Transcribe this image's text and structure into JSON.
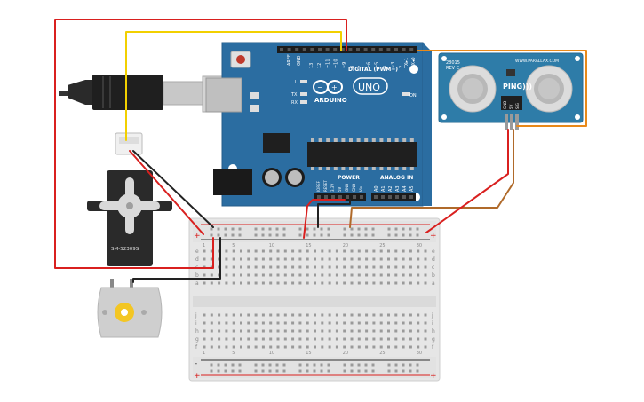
{
  "arduino": {
    "brand": "ARDUINO",
    "model": "UNO",
    "digital_header": "DIGITAL (PWM~)",
    "power_label": "POWER",
    "analog_label": "ANALOG IN",
    "aref": "AREF",
    "gnd": "GND",
    "on_label": "ON",
    "l_label": "L",
    "tx_label": "TX",
    "rx_label": "RX",
    "tx1": "TX▸1",
    "rx0": "RX◂0",
    "digital_pins": [
      "13",
      "12",
      "~11",
      "~10",
      "~9",
      "8",
      "7",
      "~6",
      "~5",
      "4",
      "~3",
      "2"
    ],
    "power_pins": [
      "IOREF",
      "RESET",
      "3.3V",
      "5V",
      "GND",
      "GND",
      "Vin"
    ],
    "analog_pins": [
      "A0",
      "A1",
      "A2",
      "A3",
      "A4",
      "A5"
    ],
    "colors": {
      "board": "#2b6da1",
      "header": "#1c1c1c",
      "silk": "#ffffff"
    }
  },
  "sensor": {
    "title": "PING)))",
    "website": "WWW.PARALLAX.COM",
    "model": "28015",
    "rev": "REV C",
    "pins": [
      "GND",
      "5V",
      "SIG"
    ],
    "colors": {
      "board": "#2e7ca8"
    }
  },
  "servo": {
    "model": "SM-S2309S",
    "colors": {
      "body": "#2a2a2a",
      "horn": "#d8d8d8"
    }
  },
  "breadboard": {
    "column_numbers": [
      "1",
      "5",
      "10",
      "15",
      "20",
      "25",
      "30"
    ],
    "row_letters_top": [
      "a",
      "b",
      "c",
      "d",
      "e"
    ],
    "row_letters_bottom": [
      "f",
      "g",
      "h",
      "i",
      "j"
    ],
    "rail_plus": "+",
    "rail_minus": "-"
  },
  "wire_colors": {
    "red": "#d9201f",
    "yellow": "#f2d000",
    "black": "#222222",
    "orange": "#e8891a",
    "brown": "#b06a2a"
  }
}
